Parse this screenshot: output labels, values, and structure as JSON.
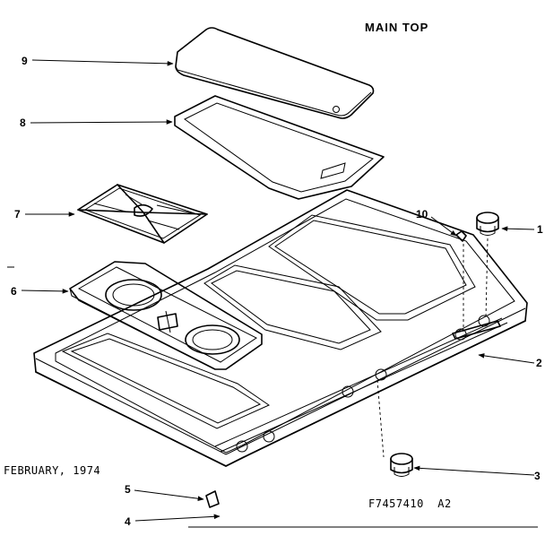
{
  "title": "MAIN TOP",
  "date": "FEBRUARY, 1974",
  "part_code": "F7457410  A2",
  "callouts": [
    "1",
    "2",
    "3",
    "4",
    "5",
    "6",
    "7",
    "8",
    "9",
    "10"
  ]
}
